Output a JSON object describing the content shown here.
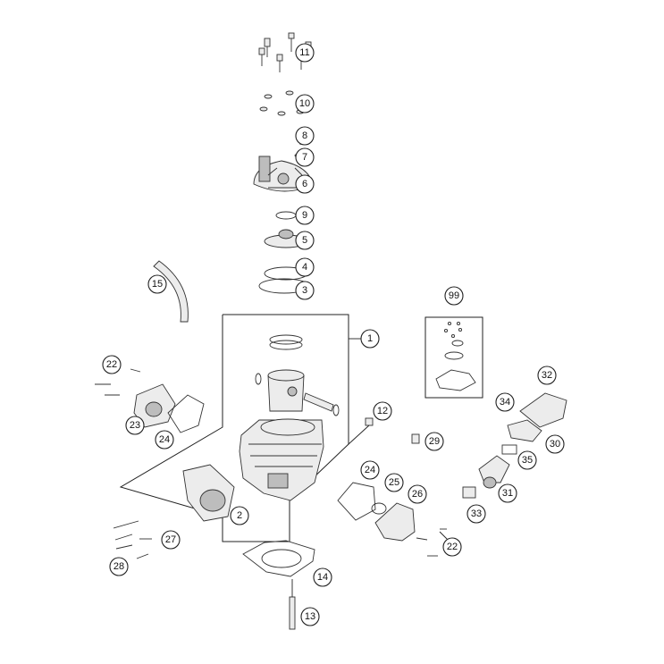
{
  "callouts": [
    {
      "id": "11",
      "label": "11"
    },
    {
      "id": "10",
      "label": "10"
    },
    {
      "id": "8",
      "label": "8"
    },
    {
      "id": "7",
      "label": "7"
    },
    {
      "id": "6",
      "label": "6"
    },
    {
      "id": "9",
      "label": "9"
    },
    {
      "id": "5",
      "label": "5"
    },
    {
      "id": "4",
      "label": "4"
    },
    {
      "id": "3",
      "label": "3"
    },
    {
      "id": "15",
      "label": "15"
    },
    {
      "id": "99",
      "label": "99"
    },
    {
      "id": "1",
      "label": "1"
    },
    {
      "id": "22a",
      "label": "22"
    },
    {
      "id": "32",
      "label": "32"
    },
    {
      "id": "34",
      "label": "34"
    },
    {
      "id": "12",
      "label": "12"
    },
    {
      "id": "23",
      "label": "23"
    },
    {
      "id": "24a",
      "label": "24"
    },
    {
      "id": "29",
      "label": "29"
    },
    {
      "id": "30",
      "label": "30"
    },
    {
      "id": "35",
      "label": "35"
    },
    {
      "id": "24b",
      "label": "24"
    },
    {
      "id": "25",
      "label": "25"
    },
    {
      "id": "26",
      "label": "26"
    },
    {
      "id": "31",
      "label": "31"
    },
    {
      "id": "2",
      "label": "2"
    },
    {
      "id": "33",
      "label": "33"
    },
    {
      "id": "27",
      "label": "27"
    },
    {
      "id": "22b",
      "label": "22"
    },
    {
      "id": "28",
      "label": "28"
    },
    {
      "id": "14",
      "label": "14"
    },
    {
      "id": "13",
      "label": "13"
    }
  ]
}
